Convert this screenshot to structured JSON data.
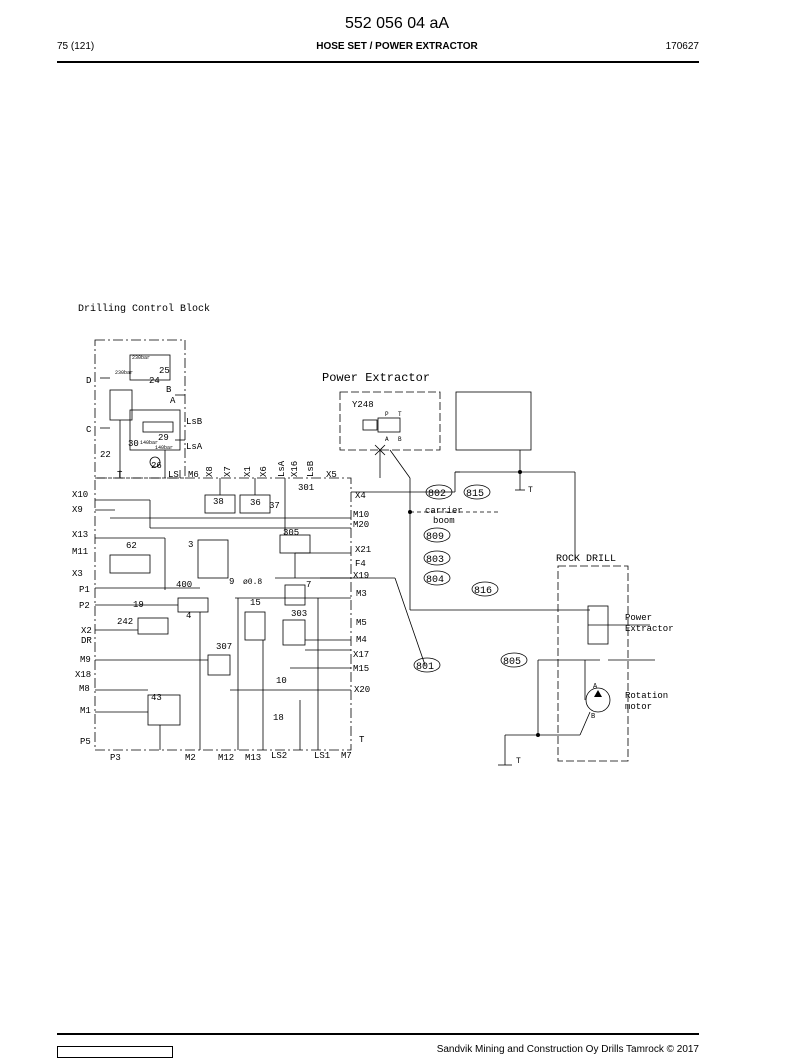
{
  "header": {
    "doc_number": "552 056 04 aA",
    "page": "75 (121)",
    "title": "HOSE SET / POWER EXTRACTOR",
    "date_code": "170627"
  },
  "diagram": {
    "drilling_block_title": "Drilling Control Block",
    "power_extractor_title": "Power Extractor",
    "rock_drill_title": "ROCK DRILL",
    "valve_label": "Y248",
    "carrier_boom": [
      "carrier",
      "boom"
    ],
    "power_extractor_label": [
      "Power",
      "Extractor"
    ],
    "rotation_motor_label": [
      "Rotation",
      "motor"
    ],
    "pressure_a": "230bar",
    "pressure_b": "230bar",
    "pressure_c": "140bar",
    "pressure_d": "140bar",
    "left_ports": [
      "D",
      "C",
      "X10",
      "X9",
      "X13",
      "M11",
      "X3",
      "P1",
      "P2",
      "X2",
      "DR",
      "M9",
      "X18",
      "M8",
      "M1",
      "P5"
    ],
    "right_ports": [
      "X4",
      "M10",
      "M20",
      "X21",
      "F4",
      "X19",
      "M3",
      "M5",
      "M4",
      "X17",
      "M15",
      "X20",
      "T"
    ],
    "top_ports": [
      "T",
      "LS",
      "M6",
      "X8",
      "X7",
      "X1",
      "X6",
      "LsA",
      "X16",
      "LsB",
      "X5"
    ],
    "bottom_ports": [
      "P3",
      "M2",
      "M12",
      "M13",
      "LS2",
      "LS1",
      "M7"
    ],
    "component_numbers": [
      "25",
      "24",
      "29",
      "30",
      "26",
      "22",
      "301",
      "38",
      "36",
      "305",
      "37",
      "62",
      "3",
      "9",
      "7",
      "400",
      "15",
      "19",
      "4",
      "303",
      "242",
      "307",
      "10",
      "43",
      "18"
    ],
    "block_letters": {
      "b": "B",
      "a": "A",
      "lsb": "LsB",
      "lsa": "LsA",
      "d08": "ø0.8"
    },
    "valve_ports": {
      "p": "P",
      "t": "T",
      "a": "A",
      "b": "B"
    },
    "hose_numbers": [
      "802",
      "815",
      "809",
      "803",
      "804",
      "816",
      "801",
      "805"
    ],
    "tank_labels": [
      "T",
      "T"
    ],
    "motor_ports": [
      "A",
      "B"
    ]
  },
  "footer": {
    "copyright": "Sandvik Mining and Construction Oy Drills Tamrock © 2017"
  }
}
